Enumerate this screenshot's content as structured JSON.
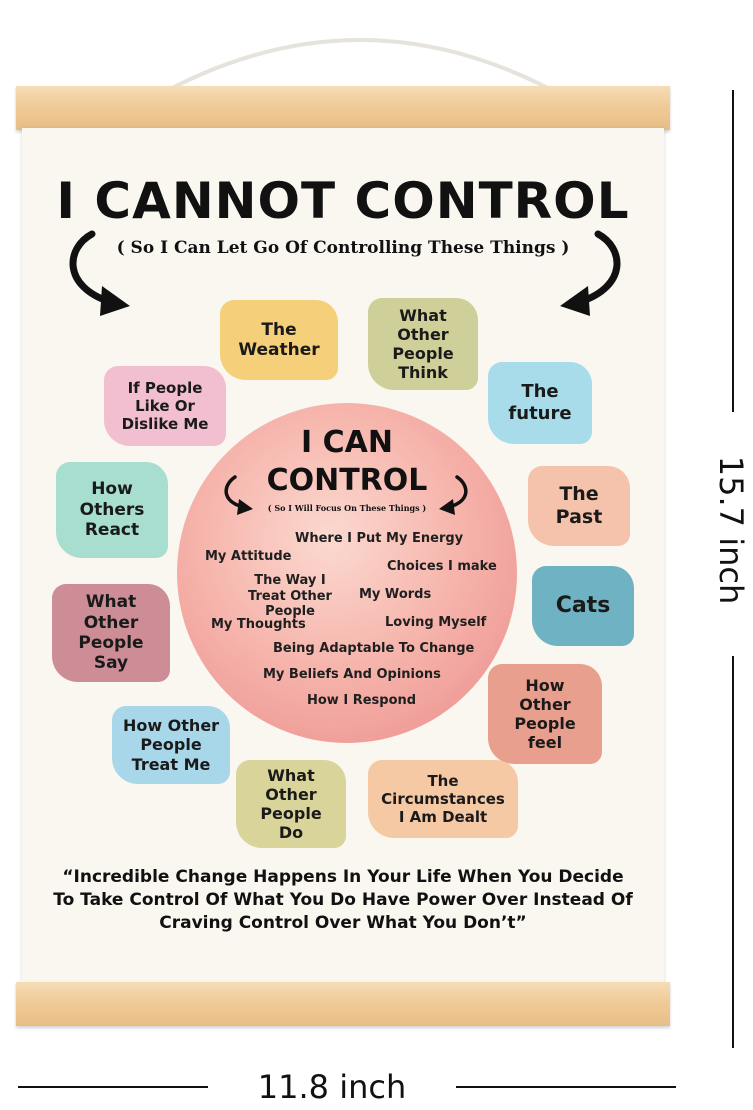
{
  "poster": {
    "title": "I CANNOT CONTROL",
    "subtitle": "( So I Can Let Go Of Controlling These Things )",
    "cannot_control_items": [
      "The Weather",
      "What Other People Think",
      "If People Like Or Dislike Me",
      "The future",
      "How Others React",
      "The Past",
      "Cats",
      "What Other People Say",
      "How Other People feel",
      "How Other People Treat Me",
      "What Other People Do",
      "The Circumstances I Am Dealt"
    ],
    "center": {
      "title_line1": "I CAN",
      "title_line2": "CONTROL",
      "subtitle": "( So I Will Focus On These Things )",
      "items": [
        "Where I Put My Energy",
        "My Attitude",
        "Choices I make",
        "The Way I Treat Other People",
        "My Words",
        "My Thoughts",
        "Loving Myself",
        "Being Adaptable To Change",
        "My Beliefs And Opinions",
        "How I Respond"
      ]
    },
    "quote": "“Incredible Change Happens In Your Life When You Decide To Take Control Of What You Do Have Power Over Instead Of Craving Control Over What You Don’t”"
  },
  "dimensions": {
    "height_label": "15.7 inch",
    "width_label": "11.8 inch"
  },
  "colors": {
    "yellow": "#f5cf7a",
    "olive": "#cfcf9a",
    "pink": "#f1bfd0",
    "blue": "#a9dcea",
    "mint": "#a7ded0",
    "peach": "#f5c3ac",
    "teal": "#6fb2c4",
    "mauve": "#cd8d96",
    "salmon": "#e99f8d",
    "sky": "#a8d7ea",
    "khaki": "#d8d49a",
    "apricot": "#f5c9a4",
    "circle_pink": "#f2a6a2",
    "wood": "#eec493"
  }
}
